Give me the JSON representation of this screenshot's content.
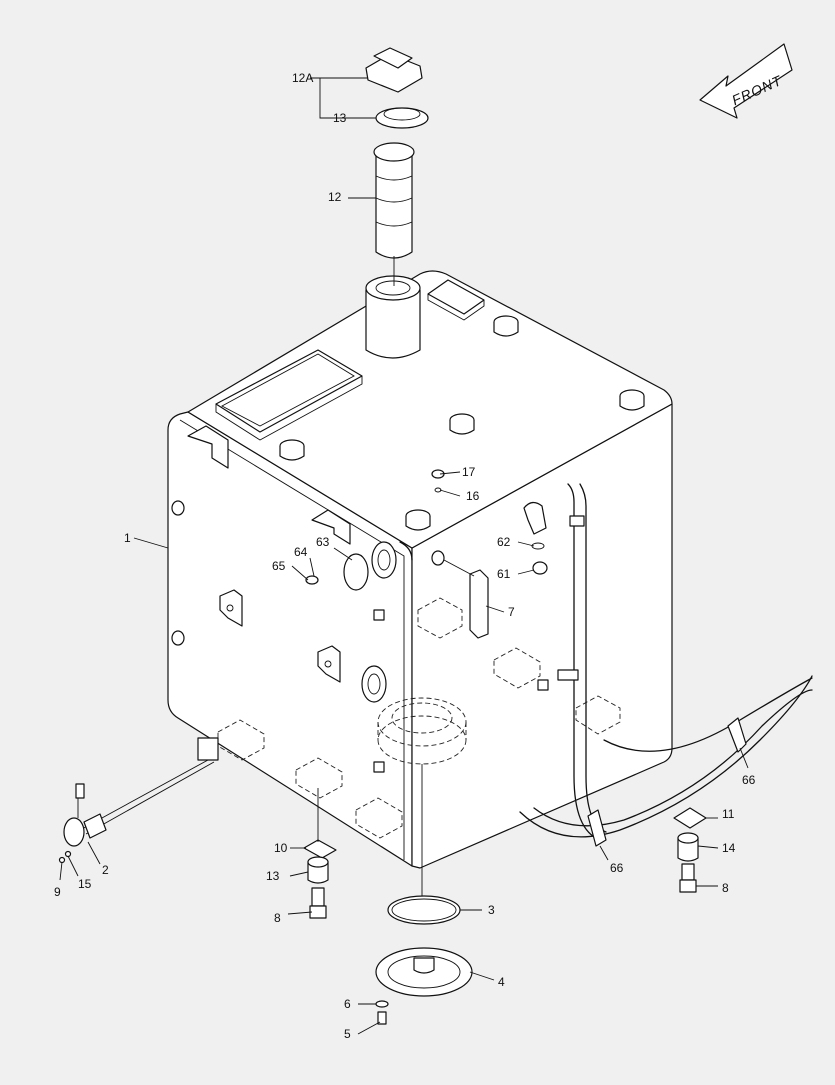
{
  "front_label": "FRONT",
  "callouts": [
    "1",
    "2",
    "3",
    "4",
    "5",
    "6",
    "7",
    "8",
    "8",
    "9",
    "10",
    "11",
    "12",
    "12A",
    "13",
    "13",
    "14",
    "15",
    "16",
    "17",
    "61",
    "62",
    "63",
    "64",
    "65",
    "66",
    "66"
  ]
}
